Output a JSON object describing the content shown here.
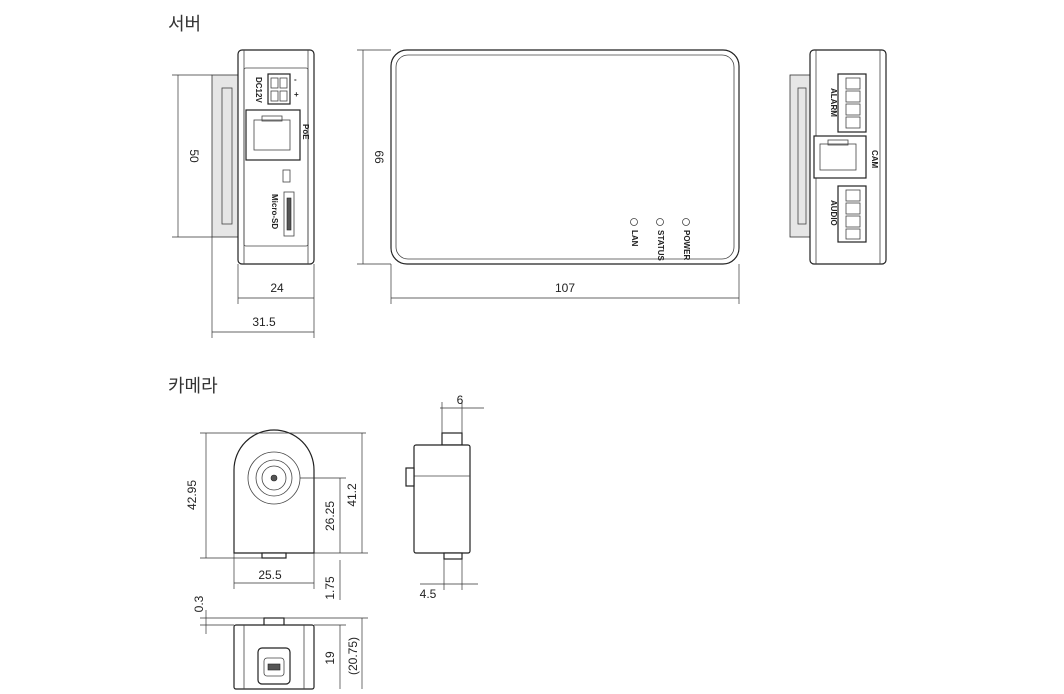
{
  "sections": {
    "server_title": "서버",
    "camera_title": "카메라"
  },
  "server": {
    "ports": {
      "dc12v": "DC12V",
      "minus": "-",
      "plus": "+",
      "poe": "PoE",
      "micro_sd": "Micro-SD",
      "alarm": "ALARM",
      "cam": "CAM",
      "audio": "AUDIO"
    },
    "leds": [
      "LAN",
      "STATUS",
      "POWER"
    ],
    "dimensions": {
      "height": "50",
      "depth_body": "24",
      "depth_total": "31.5",
      "front_height": "66",
      "width": "107"
    }
  },
  "camera": {
    "dimensions": {
      "height_total": "42.95",
      "height_body": "41.2",
      "lens_center": "26.25",
      "width": "25.5",
      "bottom_offset": "1.75",
      "tab_width": "6",
      "tab_depth": "4.5",
      "top_gap": "0.3",
      "bottom_depth": "19",
      "bottom_depth_total": "(20.75)"
    }
  }
}
